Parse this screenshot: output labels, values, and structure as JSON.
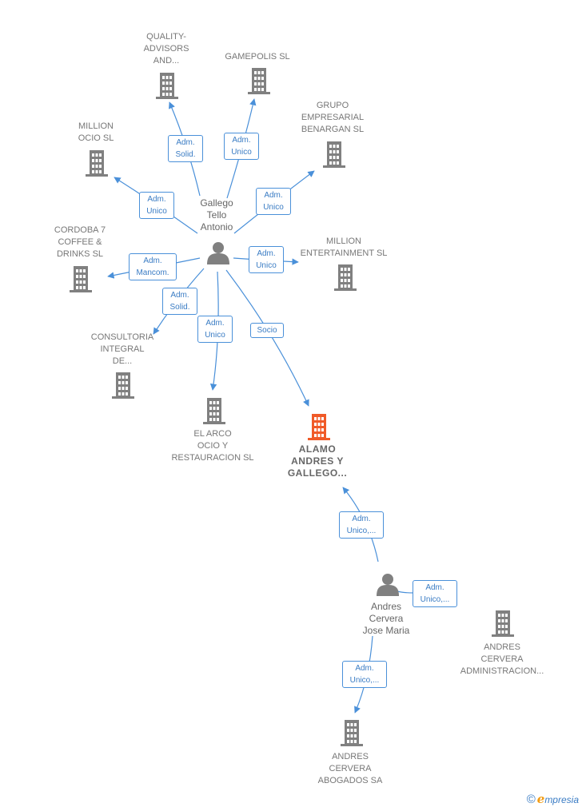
{
  "colors": {
    "company": "#808080",
    "company_highlight": "#f05a28",
    "person": "#808080",
    "edge": "#4a90d9",
    "label_text": "#777777"
  },
  "people": {
    "gallego": {
      "name": "Gallego\nTello\nAntonio",
      "icon": "person-icon"
    },
    "andres": {
      "name": "Andres\nCervera\nJose Maria",
      "icon": "person-icon"
    }
  },
  "companies": {
    "quality": {
      "name": "QUALITY-\nADVISORS\nAND...",
      "icon": "building-icon"
    },
    "gamepolis": {
      "name": "GAMEPOLIS SL",
      "icon": "building-icon"
    },
    "grupo": {
      "name": "GRUPO\nEMPRESARIAL\nBENARGAN SL",
      "icon": "building-icon"
    },
    "million_ocio": {
      "name": "MILLION\nOCIO SL",
      "icon": "building-icon"
    },
    "million_ent": {
      "name": "MILLION\nENTERTAINMENT SL",
      "icon": "building-icon"
    },
    "cordoba": {
      "name": "CORDOBA 7\nCOFFEE &\nDRINKS  SL",
      "icon": "building-icon"
    },
    "consultoria": {
      "name": "CONSULTORIA\nINTEGRAL\nDE...",
      "icon": "building-icon"
    },
    "elarco": {
      "name": "EL ARCO\nOCIO Y\nRESTAURACION SL",
      "icon": "building-icon"
    },
    "alamo": {
      "name": "ALAMO\nANDRES Y\nGALLEGO...",
      "icon": "building-icon"
    },
    "admin": {
      "name": "ANDRES\nCERVERA\nADMINISTRACION...",
      "icon": "building-icon"
    },
    "abogados": {
      "name": "ANDRES\nCERVERA\nABOGADOS SA",
      "icon": "building-icon"
    }
  },
  "relations": {
    "r_quality": "Adm.\nSolid.",
    "r_gamepolis": "Adm.\nUnico",
    "r_grupo": "Adm.\nUnico",
    "r_million_ocio": "Adm.\nUnico",
    "r_million_ent": "Adm.\nUnico",
    "r_cordoba": "Adm.\nMancom.",
    "r_consultoria": "Adm.\nSolid.",
    "r_elarco": "Adm.\nUnico",
    "r_alamo_socio": "Socio",
    "r_alamo_andres": "Adm.\nUnico,...",
    "r_admin": "Adm.\nUnico,...",
    "r_abogados": "Adm.\nUnico,..."
  },
  "brand": {
    "copyright": "©",
    "e": "e",
    "rest": "mpresia"
  }
}
